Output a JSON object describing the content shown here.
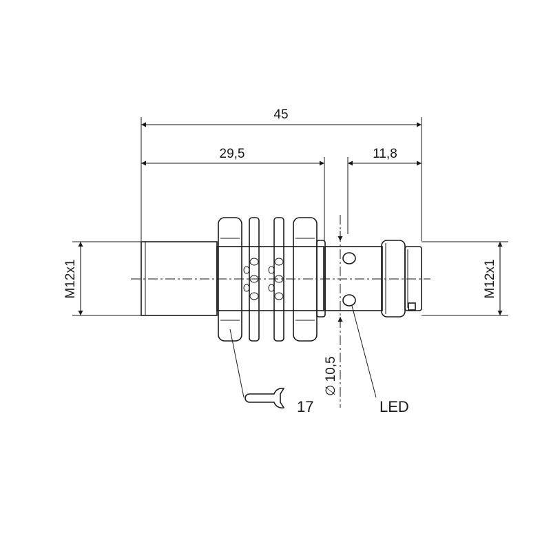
{
  "dimensions": {
    "overall_length": "45",
    "thread_length": "29,5",
    "connector_length": "11,8",
    "thread_left": "M12x1",
    "thread_right": "M12x1",
    "diameter": "10,5",
    "diameter_symbol": "∅"
  },
  "callouts": {
    "led_label": "LED",
    "wrench_size": "17"
  }
}
